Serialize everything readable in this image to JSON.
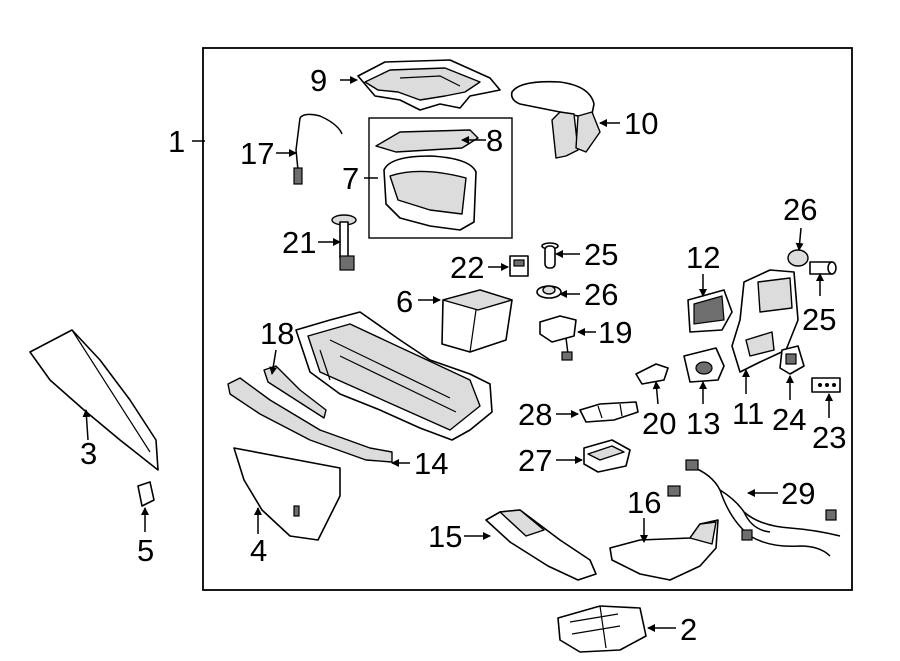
{
  "callouts": [
    "1",
    "2",
    "3",
    "4",
    "5",
    "6",
    "7",
    "8",
    "9",
    "10",
    "11",
    "12",
    "13",
    "14",
    "15",
    "16",
    "17",
    "18",
    "19",
    "20",
    "21",
    "22",
    "23",
    "24",
    "25",
    "25",
    "26",
    "26",
    "27",
    "28",
    "29"
  ]
}
